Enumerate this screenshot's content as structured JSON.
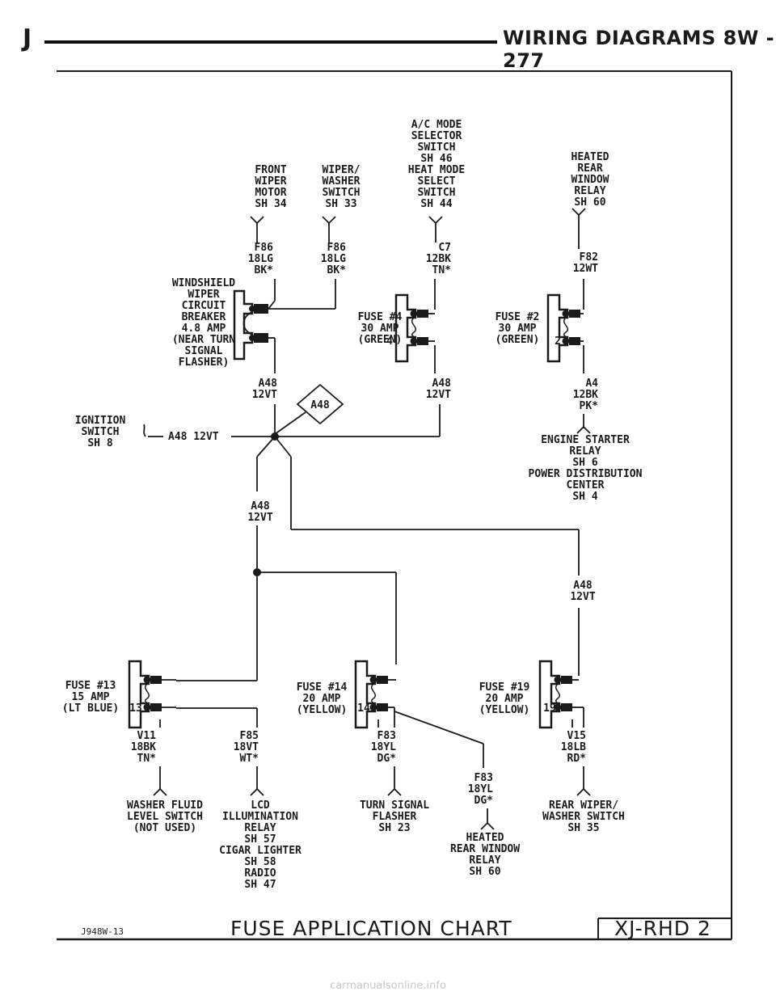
{
  "header": {
    "letter": "J",
    "title": "WIRING DIAGRAMS  8W - 277"
  },
  "footer": {
    "code": "J948W-13",
    "title": "FUSE APPLICATION CHART",
    "page": "XJ-RHD 2"
  },
  "watermark": "carmanualsonline.info",
  "labels": {
    "front_wiper": [
      "FRONT",
      "WIPER",
      "MOTOR",
      "SH 34"
    ],
    "wiper_washer": [
      "WIPER/",
      "WASHER",
      "SWITCH",
      "SH 33"
    ],
    "ac_mode": [
      "A/C MODE",
      "SELECTOR",
      "SWITCH",
      "SH 46",
      "HEAT MODE",
      "SELECT",
      "SWITCH",
      "SH 44"
    ],
    "heated_rear": [
      "HEATED",
      "REAR",
      "WINDOW",
      "RELAY",
      "SH 60"
    ],
    "w_f86a": [
      "F86",
      "18LG",
      "BK*"
    ],
    "w_f86b": [
      "F86",
      "18LG",
      "BK*"
    ],
    "w_c7": [
      "C7",
      "12BK",
      "TN*"
    ],
    "w_f82": [
      "F82",
      "12WT"
    ],
    "breaker": [
      "WINDSHIELD",
      "WIPER",
      "CIRCUIT",
      "BREAKER",
      "4.8 AMP",
      "(NEAR TURN",
      "SIGNAL",
      "FLASHER)"
    ],
    "fuse4": [
      "FUSE #4",
      "30 AMP",
      "(GREEN)"
    ],
    "fuse4_num": "4",
    "fuse2": [
      "FUSE #2",
      "30 AMP",
      "(GREEN)"
    ],
    "fuse2_num": "2",
    "w_a48_left": [
      "A48",
      "12VT"
    ],
    "w_a48_mid": [
      "A48",
      "12VT"
    ],
    "w_a4": [
      "A4",
      "12BK",
      "PK*"
    ],
    "diamond": "A48",
    "ignition": [
      "IGNITION",
      "SWITCH",
      "SH 8"
    ],
    "a48_horizontal": "A48 12VT",
    "starter": [
      "ENGINE STARTER",
      "RELAY",
      "SH 6",
      "POWER DISTRIBUTION",
      "CENTER",
      "SH 4"
    ],
    "w_a48_low": [
      "A48",
      "12VT"
    ],
    "w_a48_right": [
      "A48",
      "12VT"
    ],
    "fuse13": [
      "FUSE #13",
      "15 AMP",
      "(LT BLUE)"
    ],
    "fuse13_num": "13",
    "fuse14": [
      "FUSE #14",
      "20 AMP",
      "(YELLOW)"
    ],
    "fuse14_num": "14",
    "fuse19": [
      "FUSE #19",
      "20 AMP",
      "(YELLOW)"
    ],
    "fuse19_num": "19",
    "w_v11": [
      "V11",
      "18BK",
      "TN*"
    ],
    "w_f85": [
      "F85",
      "18VT",
      "WT*"
    ],
    "w_f83a": [
      "F83",
      "18YL",
      "DG*"
    ],
    "w_v15": [
      "V15",
      "18LB",
      "RD*"
    ],
    "w_f83b": [
      "F83",
      "18YL",
      "DG*"
    ],
    "washer_fluid": [
      "WASHER FLUID",
      "LEVEL SWITCH",
      "(NOT USED)"
    ],
    "lcd": [
      "LCD",
      "ILLUMINATION",
      "RELAY",
      "SH 57",
      "CIGAR LIGHTER",
      "SH 58",
      "RADIO",
      "SH 47"
    ],
    "turn_signal": [
      "TURN SIGNAL",
      "FLASHER",
      "SH 23"
    ],
    "heated_rear2": [
      "HEATED",
      "REAR WINDOW",
      "RELAY",
      "SH 60"
    ],
    "rear_wiper": [
      "REAR WIPER/",
      "WASHER SWITCH",
      "SH 35"
    ]
  }
}
